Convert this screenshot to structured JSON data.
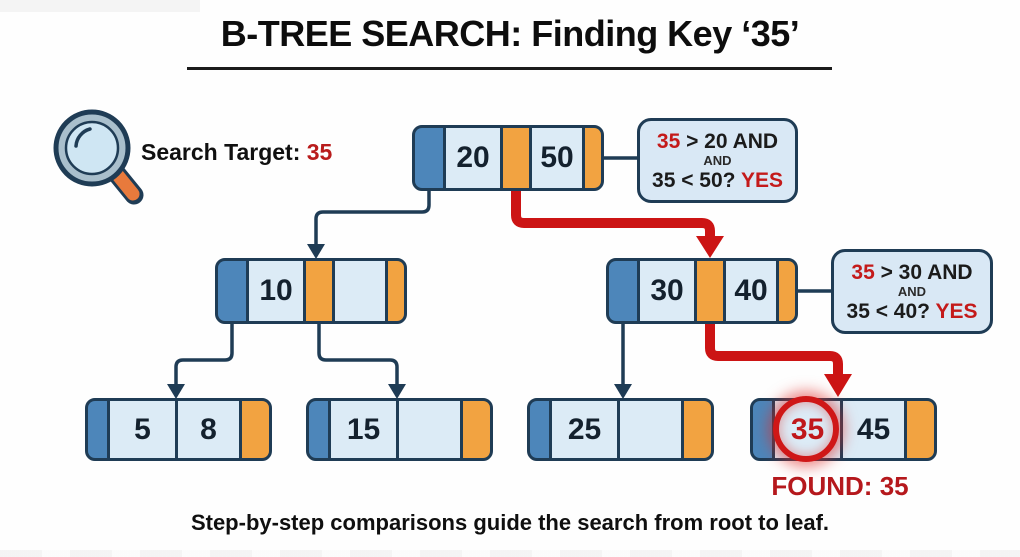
{
  "title": "B-TREE SEARCH: Finding Key ‘35’",
  "search_target": {
    "label": "Search Target:",
    "value": "35"
  },
  "nodes": {
    "root": {
      "keys": [
        "20",
        "50"
      ]
    },
    "internal_left": {
      "keys": [
        "10",
        ""
      ]
    },
    "internal_right": {
      "keys": [
        "30",
        "40"
      ]
    },
    "leaf_1": {
      "keys": [
        "5",
        "8"
      ]
    },
    "leaf_2": {
      "keys": [
        "15",
        ""
      ]
    },
    "leaf_3": {
      "keys": [
        "25",
        ""
      ]
    },
    "leaf_4": {
      "keys": [
        "35",
        "45"
      ]
    }
  },
  "annotations": {
    "root_check": {
      "line1_red": "35",
      "line1_rest": " > 20 AND",
      "line2": "AND",
      "line3_main": "35 < 50? ",
      "line3_yes": "YES"
    },
    "right_check": {
      "line1_red": "35",
      "line1_rest": " > 30 AND",
      "line2": "AND",
      "line3_main": "35 < 40? ",
      "line3_yes": "YES"
    }
  },
  "found_label": "FOUND: 35",
  "caption": "Step-by-step comparisons guide the search from root to leaf.",
  "colors": {
    "pointer_blue": "#4d86ba",
    "pointer_orange": "#f2a341",
    "cell_fill": "#dcebf6",
    "outline_navy": "#1f3c55",
    "callout_fill": "#d9e8f5",
    "path_red": "#cc1414",
    "text_red": "#b91c1c"
  }
}
